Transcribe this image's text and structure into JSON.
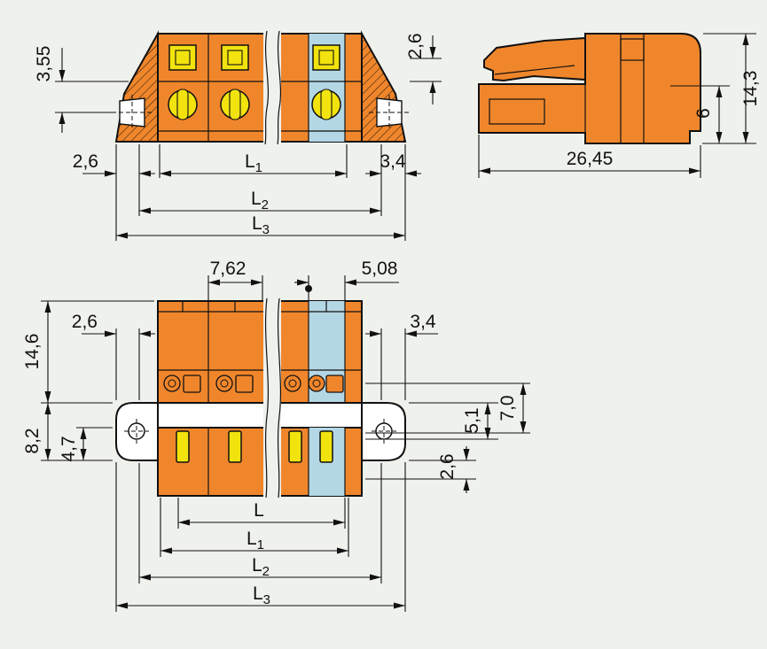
{
  "meta": {
    "drawing_type": "connector-dimension-drawing",
    "view_count": 3
  },
  "colors": {
    "background": "#EFF1ED",
    "body_orange": "#F0862B",
    "detail_yellow": "#F2E30E",
    "coding_blue": "#B4D7E5",
    "line": "#111111",
    "white": "#FFFFFF"
  },
  "labels": {
    "L": "L",
    "sub_1": "1",
    "sub_2": "2",
    "sub_3": "3"
  },
  "views": {
    "front_top": {
      "dim_clamp_height": "3,55",
      "dim_top_edge": "2,6",
      "dim_left_margin": "2,6",
      "dim_right_margin": "3,4"
    },
    "side": {
      "dim_depth": "26,45",
      "dim_total_height": "14,3",
      "dim_snout_height": "6"
    },
    "front_bottom": {
      "dim_pitch_main": "7,62",
      "dim_pitch_end": "5,08",
      "dim_left_margin": "2,6",
      "dim_right_margin": "3,4",
      "dim_body_height": "14,6",
      "dim_flange_height": "8,2",
      "dim_lower_height": "4,7",
      "dim_right_a": "5,1",
      "dim_right_b": "7,0",
      "dim_right_c": "2,6"
    }
  }
}
